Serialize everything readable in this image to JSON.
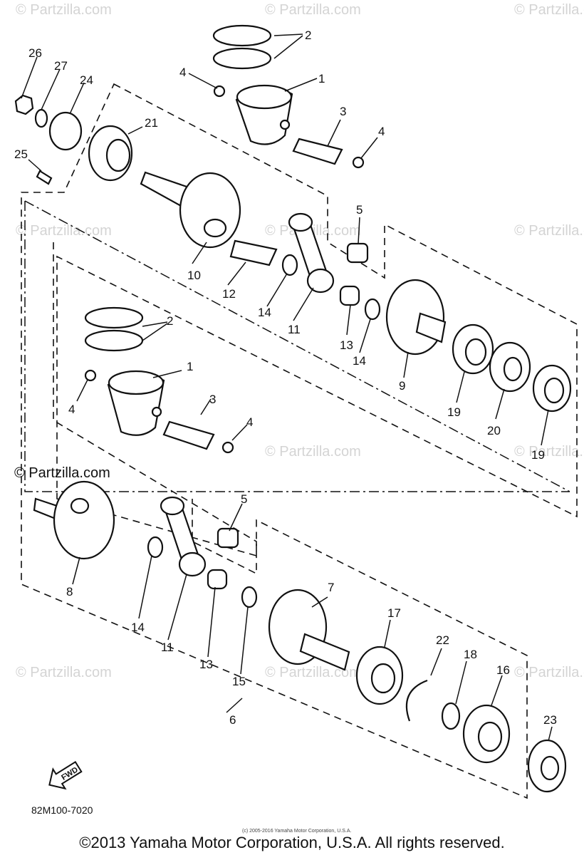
{
  "watermark": "© Partzilla.com",
  "diagram_code": "82M100-7020",
  "fwd_label": "FWD",
  "fine_print": "(c) 2005-2016 Yamaha Motor Corporation, U.S.A.",
  "copyright": "©2013 Yamaha Motor Corporation, U.S.A. All rights reserved.",
  "callouts": {
    "c1a": "1",
    "c1b": "1",
    "c2a": "2",
    "c2b": "2",
    "c3a": "3",
    "c3b": "3",
    "c4a": "4",
    "c4b": "4",
    "c4c": "4",
    "c4d": "4",
    "c5a": "5",
    "c5b": "5",
    "c6": "6",
    "c7": "7",
    "c8": "8",
    "c9": "9",
    "c10": "10",
    "c11a": "11",
    "c11b": "11",
    "c12": "12",
    "c13a": "13",
    "c13b": "13",
    "c14a": "14",
    "c14b": "14",
    "c14c": "14",
    "c15": "15",
    "c16": "16",
    "c17": "17",
    "c18": "18",
    "c19a": "19",
    "c19b": "19",
    "c20": "20",
    "c21": "21",
    "c22": "22",
    "c23": "23",
    "c24": "24",
    "c25": "25",
    "c26": "26",
    "c27": "27"
  }
}
